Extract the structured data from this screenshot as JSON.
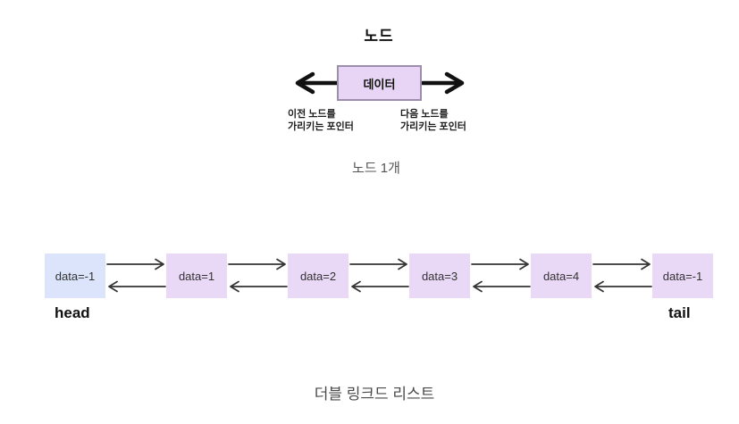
{
  "colors": {
    "node_fill_purple_top": "#e8d5f6",
    "node_fill_purple": "#e9d8f6",
    "node_fill_blue": "#dbe4fa",
    "node_border": "#9e8caf",
    "thick_arrow": "#111111",
    "thin_arrow": "#333333",
    "caption_text": "#4a4a4a"
  },
  "node_diagram": {
    "title": "노드",
    "box_label": "데이터",
    "prev_pointer_line1": "이전 노드를",
    "prev_pointer_line2": "가리키는 포인터",
    "next_pointer_line1": "다음 노드를",
    "next_pointer_line2": "가리키는 포인터",
    "caption": "노드 1개"
  },
  "linked_list": {
    "nodes": [
      {
        "label": "data=-1",
        "variant": "head"
      },
      {
        "label": "data=1",
        "variant": "normal"
      },
      {
        "label": "data=2",
        "variant": "normal"
      },
      {
        "label": "data=3",
        "variant": "normal"
      },
      {
        "label": "data=4",
        "variant": "normal"
      },
      {
        "label": "data=-1",
        "variant": "tail"
      }
    ],
    "head_label": "head",
    "tail_label": "tail",
    "caption": "더블 링크드 리스트"
  }
}
